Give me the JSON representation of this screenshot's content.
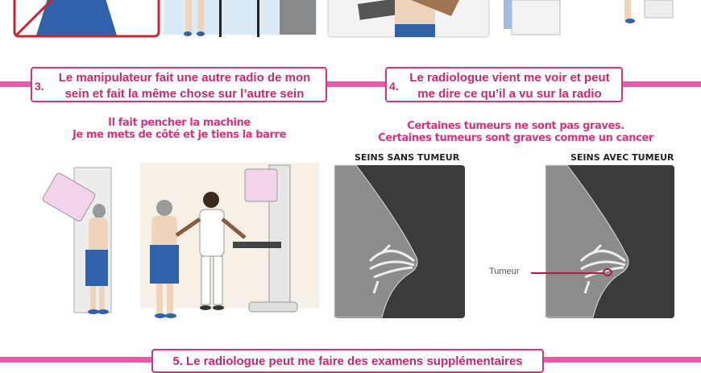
{
  "steps": [
    {
      "number": "3.",
      "line1": "Le manipulateur fait une autre radio de mon",
      "line2": "sein et fait la même chose sur l’autre sein"
    },
    {
      "number": "4.",
      "line1": "Le radiologue vient me voir et peut",
      "line2": "me dire ce qu’il a vu sur la radio"
    },
    {
      "text": "5. Le radiologue peut me faire des examens supplémentaires"
    }
  ],
  "step3_caption": {
    "line1": "Il fait pencher la machine",
    "line2": "Je me mets de côté et je tiens la barre"
  },
  "step4_caption": {
    "line1": "Certaines tumeurs ne sont pas graves.",
    "line2": "Certaines tumeurs sont graves comme un cancer"
  },
  "xray": {
    "left_title": "SEINS SANS TUMEUR",
    "right_title": "SEINS AVEC TUMEUR",
    "tumor_label": "Tumeur"
  },
  "colors": {
    "accent": "#f057a8",
    "text_pink": "#d8327f",
    "forbidden_red": "#c8252f"
  }
}
